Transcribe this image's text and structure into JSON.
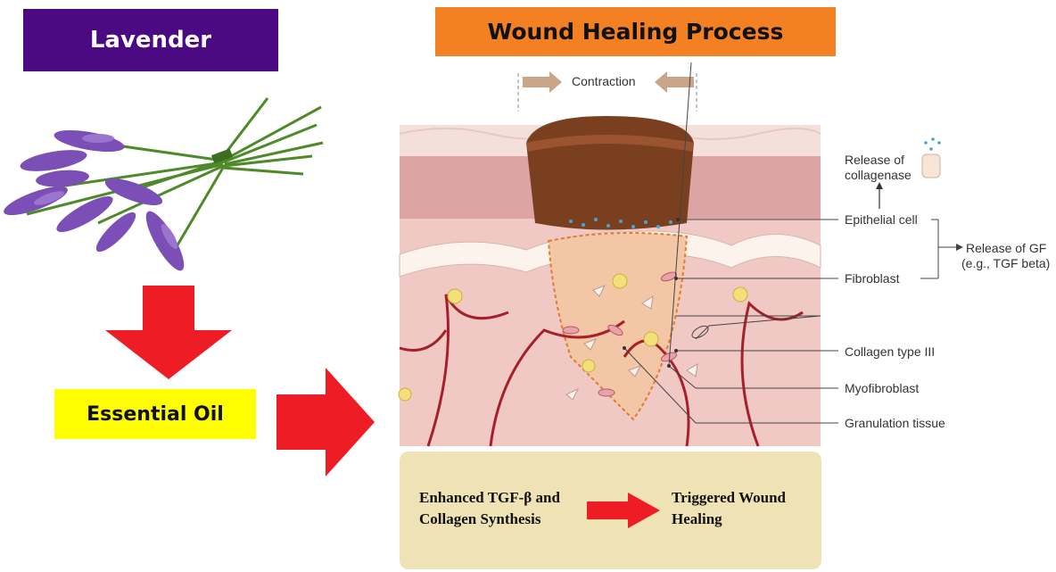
{
  "titles": {
    "lavender": "Lavender",
    "wound_healing": "Wound Healing Process"
  },
  "essential_oil": "Essential Oil",
  "diagram_labels": {
    "contraction": "Contraction",
    "release_collagenase_1": "Release of",
    "release_collagenase_2": "collagenase",
    "epithelial_cell": "Epithelial cell",
    "fibroblast": "Fibroblast",
    "release_gf_1": "Release of GF",
    "release_gf_2": "(e.g., TGF beta)",
    "collagen_type_iii": "Collagen type III",
    "myofibroblast": "Myofibroblast",
    "granulation_tissue": "Granulation tissue"
  },
  "result_panel": {
    "left_line1": "Enhanced TGF-β and",
    "left_line2": "Collagen Synthesis",
    "right_line1": "Triggered Wound",
    "right_line2": "Healing"
  },
  "colors": {
    "lavender_banner": "#4b0a82",
    "wound_banner": "#f48024",
    "essential_oil_box": "#ffff00",
    "arrow_red": "#ee1c25",
    "result_panel": "#efe2b4"
  }
}
